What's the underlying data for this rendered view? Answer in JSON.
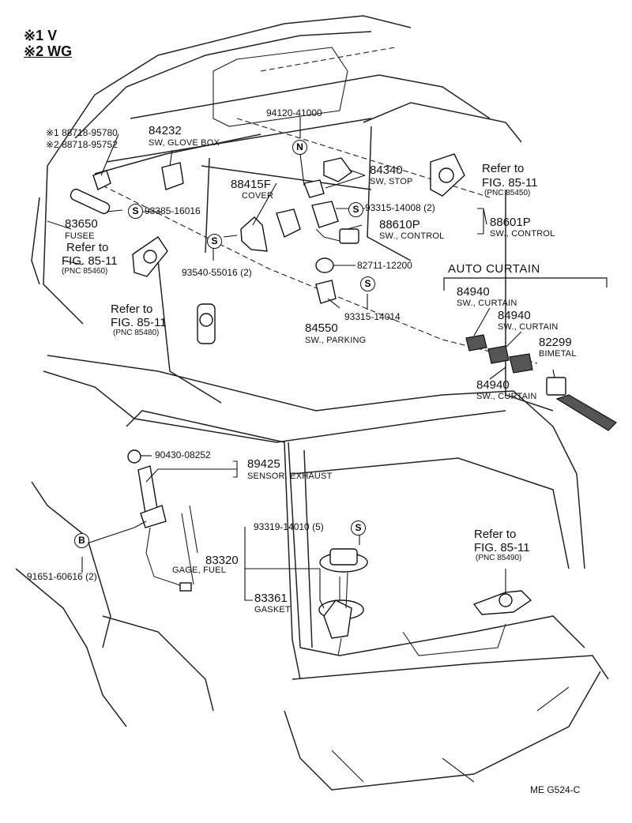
{
  "legend": {
    "line1": "※1 V",
    "line2": "※2 WG"
  },
  "symbols": {
    "N": "N",
    "S": "S",
    "B": "B"
  },
  "parts": {
    "p94120": {
      "number": "94120-41000"
    },
    "p88718_1": {
      "number": "※1 88718-95780"
    },
    "p88718_2": {
      "number": "※2 88718-95752"
    },
    "p84232": {
      "number": "84232",
      "name": "SW, GLOVE BOX"
    },
    "p84340": {
      "number": "84340",
      "name": "SW, STOP"
    },
    "p88415F": {
      "number": "88415F",
      "name": "COVER"
    },
    "p93385": {
      "number": "93385-16016"
    },
    "p93315_2": {
      "number": "93315-14008 (2)"
    },
    "p83650": {
      "number": "83650",
      "name": "FUSEE"
    },
    "p88601P": {
      "number": "88601P",
      "name": "SW., CONTROL"
    },
    "p88610P": {
      "number": "88610P",
      "name": "SW., CONTROL"
    },
    "p93540": {
      "number": "93540-55016 (2)"
    },
    "p82711": {
      "number": "82711-12200"
    },
    "p93315_14014": {
      "number": "93315-14014"
    },
    "p84550": {
      "number": "84550",
      "name": "SW., PARKING"
    },
    "p84940_a": {
      "number": "84940",
      "name": "SW., CURTAIN"
    },
    "p84940_b": {
      "number": "84940",
      "name": "SW., CURTAIN"
    },
    "p84940_c": {
      "number": "84940",
      "name": "SW., CURTAIN"
    },
    "p82299": {
      "number": "82299",
      "name": "BIMETAL"
    },
    "p90430": {
      "number": "90430-08252"
    },
    "p89425": {
      "number": "89425",
      "name": "SENSOR, EXHAUST"
    },
    "p93319": {
      "number": "93319-14010 (5)"
    },
    "p83320": {
      "number": "83320",
      "name": "GAGE, FUEL"
    },
    "p83361": {
      "number": "83361",
      "name": "GASKET"
    },
    "p91651": {
      "number": "91651-60616 (2)"
    }
  },
  "refs": {
    "r1": {
      "refer": "Refer to",
      "fig": "FIG. 85-11",
      "pnc": "(PNC 85450)"
    },
    "r2": {
      "refer": "Refer to",
      "fig": "FIG. 85-11",
      "pnc": "(PNC 85460)"
    },
    "r3": {
      "refer": "Refer to",
      "fig": "FIG. 85-11",
      "pnc": "(PNC 85480)"
    },
    "r4": {
      "refer": "Refer to",
      "fig": "FIG. 85-11",
      "pnc": "(PNC 85490)"
    }
  },
  "auto_curtain_title": "AUTO CURTAIN",
  "figure_code": "ME  G524-C"
}
